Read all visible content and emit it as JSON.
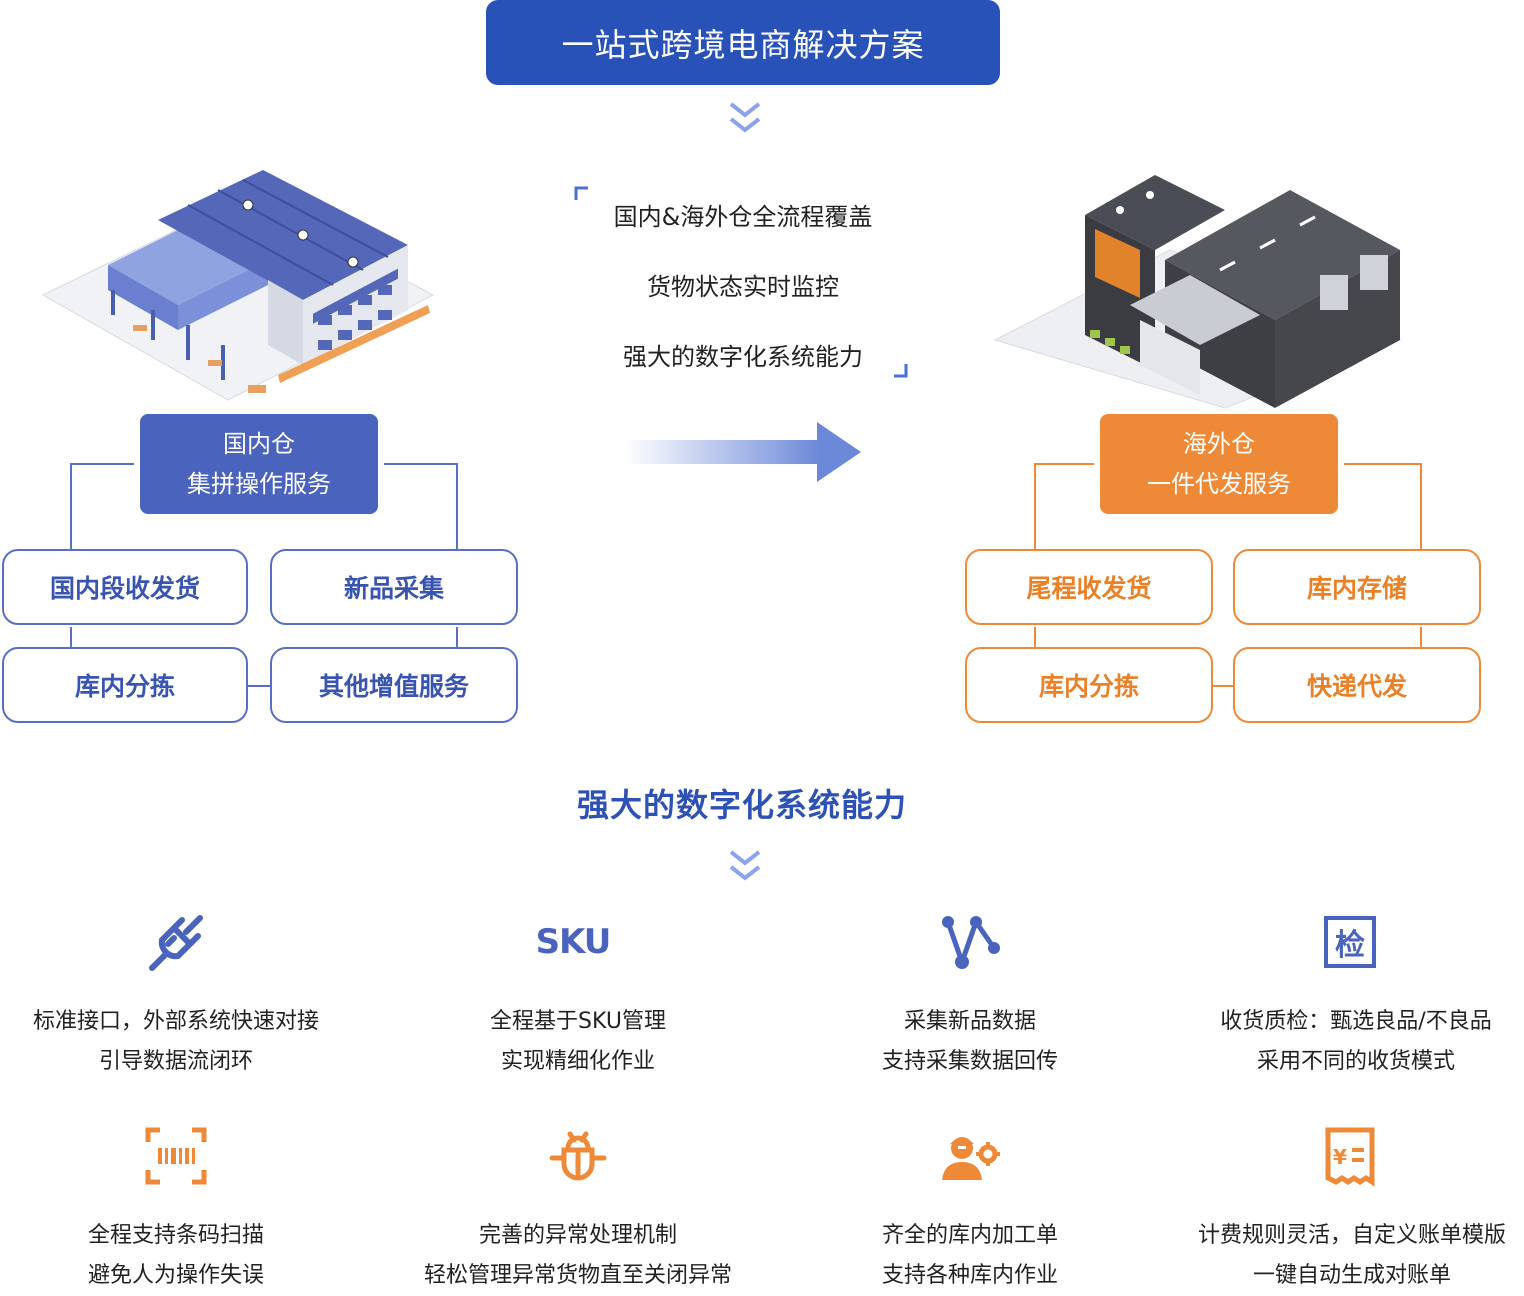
{
  "header": {
    "title": "一站式跨境电商解决方案"
  },
  "features": {
    "lines": [
      "国内&海外仓全流程覆盖",
      "货物状态实时监控",
      "强大的数字化系统能力"
    ]
  },
  "domestic": {
    "title_line1": "国内仓",
    "title_line2": "集拼操作服务",
    "services": [
      "国内段收发货",
      "新品采集",
      "库内分拣",
      "其他增值服务"
    ],
    "color": "#4a63bd"
  },
  "overseas": {
    "title_line1": "海外仓",
    "title_line2": "一件代发服务",
    "services": [
      "尾程收发货",
      "库内存储",
      "库内分拣",
      "快递代发"
    ],
    "color": "#ee8a37"
  },
  "capabilities": {
    "heading": "强大的数字化系统能力",
    "items": [
      {
        "icon": "plug-icon",
        "line1": "标准接口，外部系统快速对接",
        "line2": "引导数据流闭环"
      },
      {
        "icon": "sku-icon",
        "icon_text": "SKU",
        "line1": "全程基于SKU管理",
        "line2": "实现精细化作业"
      },
      {
        "icon": "network-nodes-icon",
        "line1": "采集新品数据",
        "line2": "支持采集数据回传"
      },
      {
        "icon": "inspect-icon",
        "icon_text": "检",
        "line1": "收货质检：甄选良品/不良品",
        "line2": "采用不同的收货模式"
      },
      {
        "icon": "barcode-scan-icon",
        "line1": "全程支持条码扫描",
        "line2": "避免人为操作失误"
      },
      {
        "icon": "bug-icon",
        "line1": "完善的异常处理机制",
        "line2": "轻松管理异常货物直至关闭异常"
      },
      {
        "icon": "worker-gear-icon",
        "line1": "齐全的库内加工单",
        "line2": "支持各种库内作业"
      },
      {
        "icon": "receipt-icon",
        "icon_text": "¥",
        "line1": "计费规则灵活，自定义账单模版",
        "line2": "一键自动生成对账单"
      }
    ]
  },
  "colors": {
    "primary": "#2852b8",
    "accent": "#ee8a37",
    "line_blue": "#5a6fc4"
  }
}
